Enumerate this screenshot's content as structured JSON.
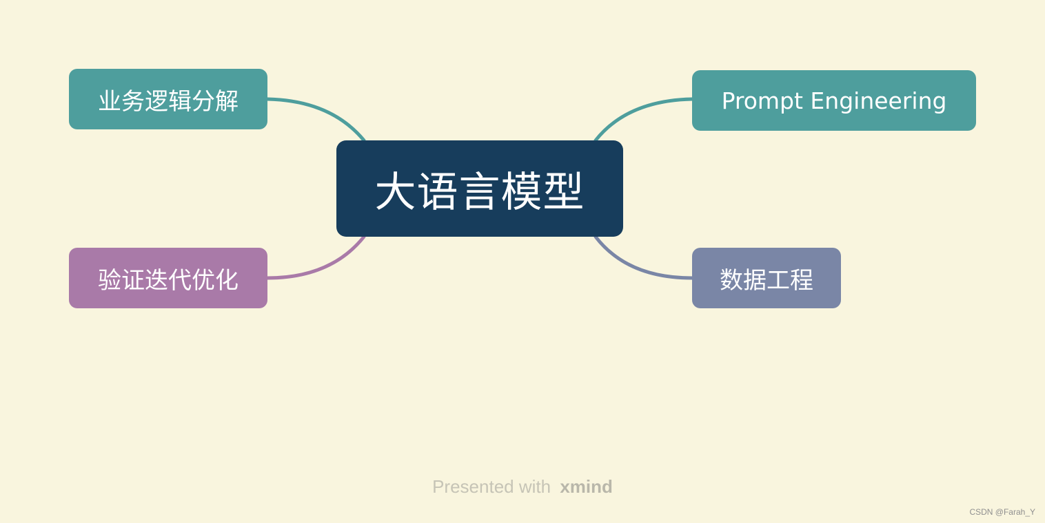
{
  "map": {
    "central": {
      "label": "大语言模型",
      "color": "#173d5c"
    },
    "branches": [
      {
        "id": "b1",
        "label": "业务逻辑分解",
        "color": "#4e9e9d"
      },
      {
        "id": "b2",
        "label": "Prompt Engineering",
        "color": "#4e9e9d"
      },
      {
        "id": "b3",
        "label": "验证迭代优化",
        "color": "#a97aa8"
      },
      {
        "id": "b4",
        "label": "数据工程",
        "color": "#7a86a6"
      }
    ]
  },
  "footer": {
    "presented_text": "Presented with",
    "brand": "xmind"
  },
  "watermark": {
    "text": "CSDN @Farah_Y"
  },
  "background_color": "#f9f5de"
}
